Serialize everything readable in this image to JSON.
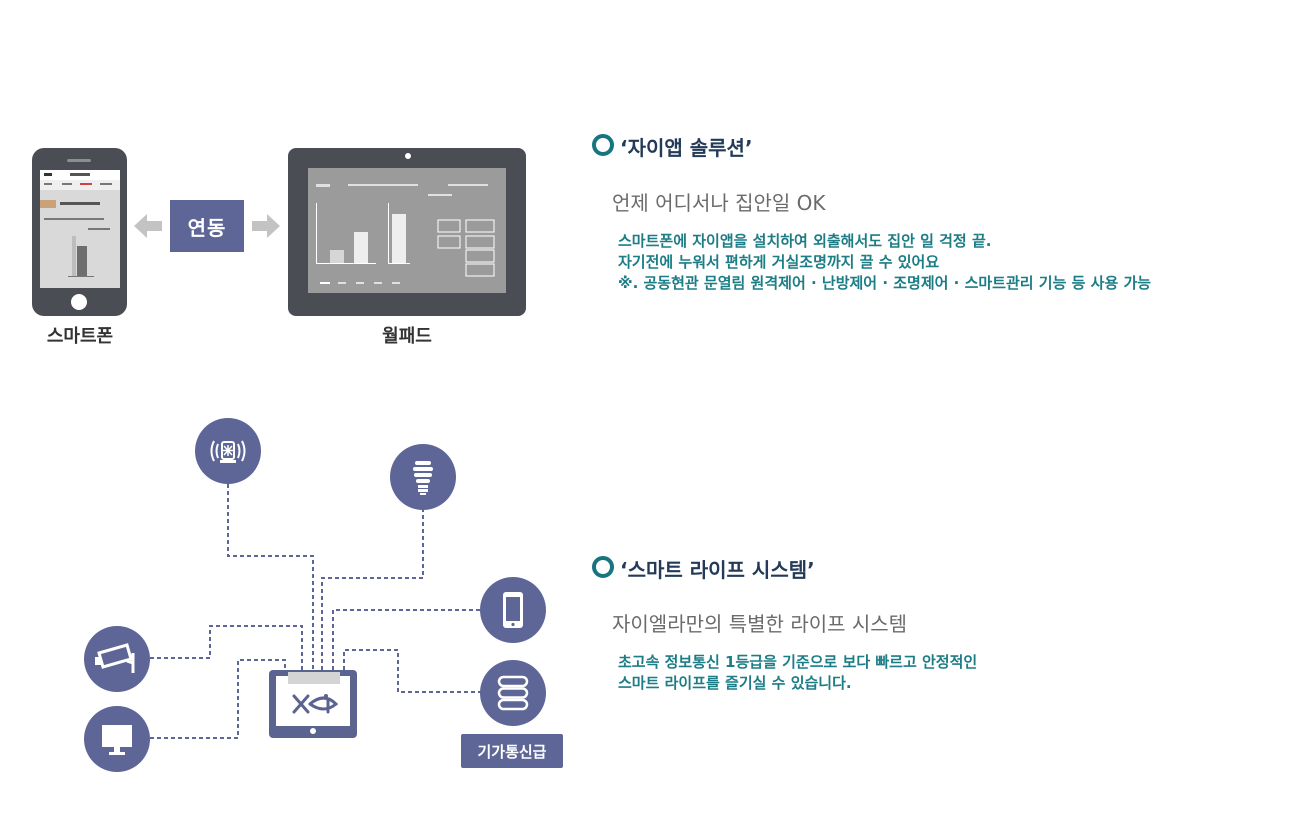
{
  "devices": {
    "phone_label": "스마트폰",
    "link_label": "연동",
    "tablet_label": "월패드"
  },
  "section1": {
    "title": "‘자이앱 솔루션’",
    "subtitle": "언제 어디서나 집안일 OK",
    "lines": [
      "스마트폰에 자이앱을 설치하여 외출해서도 집안 일 걱정 끝.",
      "자기전에 누워서 편하게 거실조명까지 끌 수 있어요",
      "※. 공동현관 문열림 원격제어 · 난방제어 · 조명제어 · 스마트관리 기능 등 사용 가능"
    ]
  },
  "section2": {
    "title": "‘스마트 라이프 시스템’",
    "subtitle": "자이엘라만의 특별한 라이프 시스템",
    "lines": [
      "초고속 정보통신 1등급을 기준으로 보다 빠르고 안정적인",
      "스마트 라이프를 즐기실 수 있습니다."
    ]
  },
  "diagram": {
    "badge_label": "기가통신급",
    "icons": [
      "alarm-icon",
      "bulb-icon",
      "smartphone-icon",
      "cctv-camera-icon",
      "server-icon",
      "monitor-icon",
      "wallpad-hub-icon"
    ]
  },
  "colors": {
    "icon_fill": "#5d6696",
    "accent_teal": "#17757f",
    "body_teal": "#1c7d86",
    "title_navy": "#233a58",
    "device_body": "#4b4d54"
  }
}
